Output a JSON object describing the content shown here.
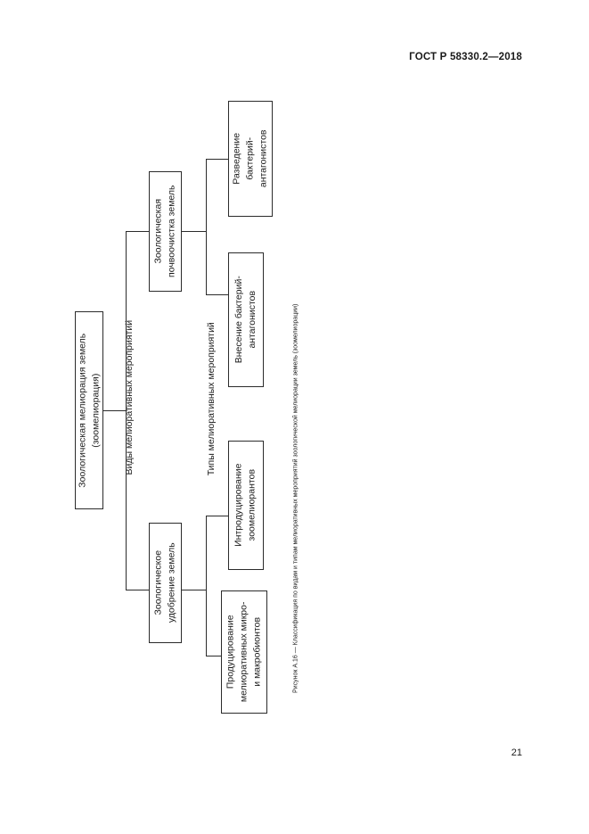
{
  "document": {
    "standard_header": "ГОСТ Р 58330.2—2018",
    "page_number": "21"
  },
  "figure": {
    "caption": "Рисунок А.16 — Классификация по видам и типам мелиоративных мероприятий зоологической мелиорации земель (зоомелиорации)",
    "level_labels": {
      "level1": "Виды мелиоративных мероприятий",
      "level2": "Типы мелиоративных мероприятий"
    },
    "nodes": {
      "root": "Зоологическая мелиорация земель\n(зоомелиорация)",
      "branch_top": "Зоологическая\nпочвоочистка земель",
      "branch_bottom": "Зоологическое\nудобрение земель",
      "leaf_1": "Разведение\nбактерий-\nантагонистов",
      "leaf_2": "Внесение бактерий-\nантагонистов",
      "leaf_3": "Интродуцирование\nзоомелиорантов",
      "leaf_4": "Продуцирование\nмелиоративных микро-\nи макробионтов"
    }
  },
  "colors": {
    "line": "#2b2b2b",
    "text": "#1a1a1a",
    "background": "#ffffff"
  }
}
